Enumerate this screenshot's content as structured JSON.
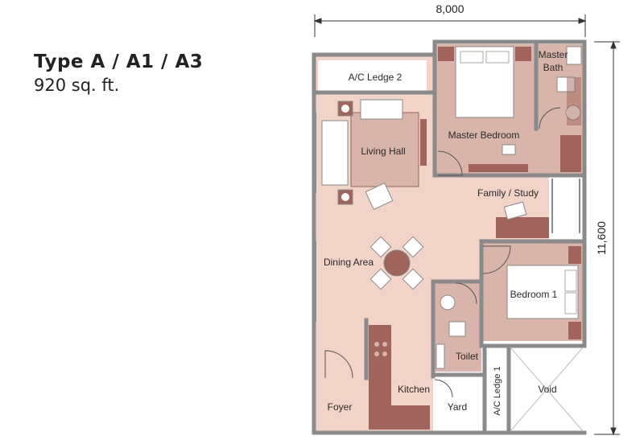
{
  "header": {
    "type_title": "Type A / A1 / A3",
    "area": "920 sq. ft."
  },
  "dimensions": {
    "width": "8,000",
    "height": "11,600"
  },
  "rooms": {
    "ac_ledge_2": "A/C Ledge 2",
    "master_bedroom": "Master Bedroom",
    "master_bath_line1": "Master",
    "master_bath_line2": "Bath",
    "living_hall": "Living Hall",
    "family_study": "Family / Study",
    "dining_area": "Dining Area",
    "bedroom_1": "Bedroom 1",
    "toilet": "Toilet",
    "kitchen": "Kitchen",
    "yard": "Yard",
    "ac_ledge_1": "A/C Ledge 1",
    "void": "Void",
    "foyer": "Foyer"
  },
  "colors": {
    "wall": "#8a8a8a",
    "floor_pink": "#f1d3c8",
    "floor_mauve": "#d9b4ab",
    "furniture_dark": "#a0645c",
    "fixture_white": "#ffffff"
  }
}
